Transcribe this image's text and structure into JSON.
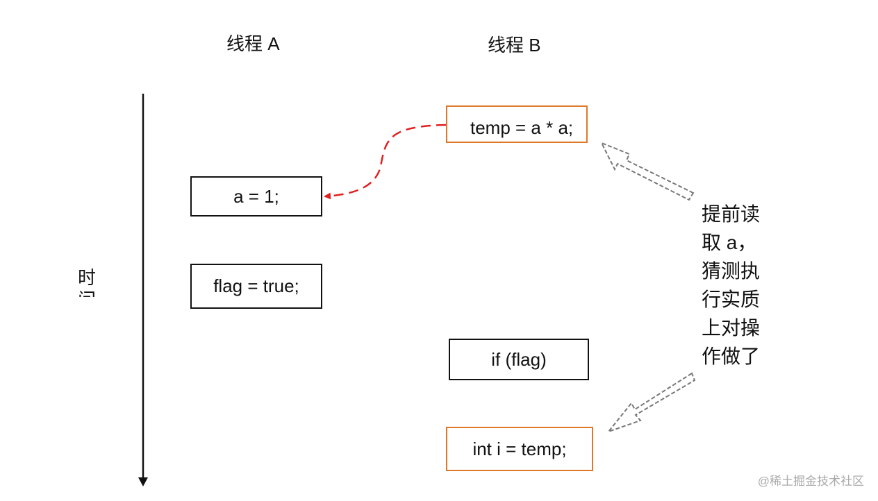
{
  "headers": {
    "thread_a": "线程 A",
    "thread_b": "线程 B"
  },
  "time_axis": {
    "label": "时间"
  },
  "thread_a_ops": [
    "a = 1;",
    "flag = true;"
  ],
  "thread_b_ops": [
    "temp = a * a;",
    "if (flag)",
    "int i = temp;"
  ],
  "note": "提前读取 a，猜测执行实质上对操作做了重排序",
  "watermark": "@稀土掘金技术社区",
  "colors": {
    "box_border": "#111111",
    "speculative_border": "#e0782a",
    "dashed_arrow": "#e02020",
    "hollow_arrow": "#777777",
    "watermark": "#a9a9a9"
  }
}
